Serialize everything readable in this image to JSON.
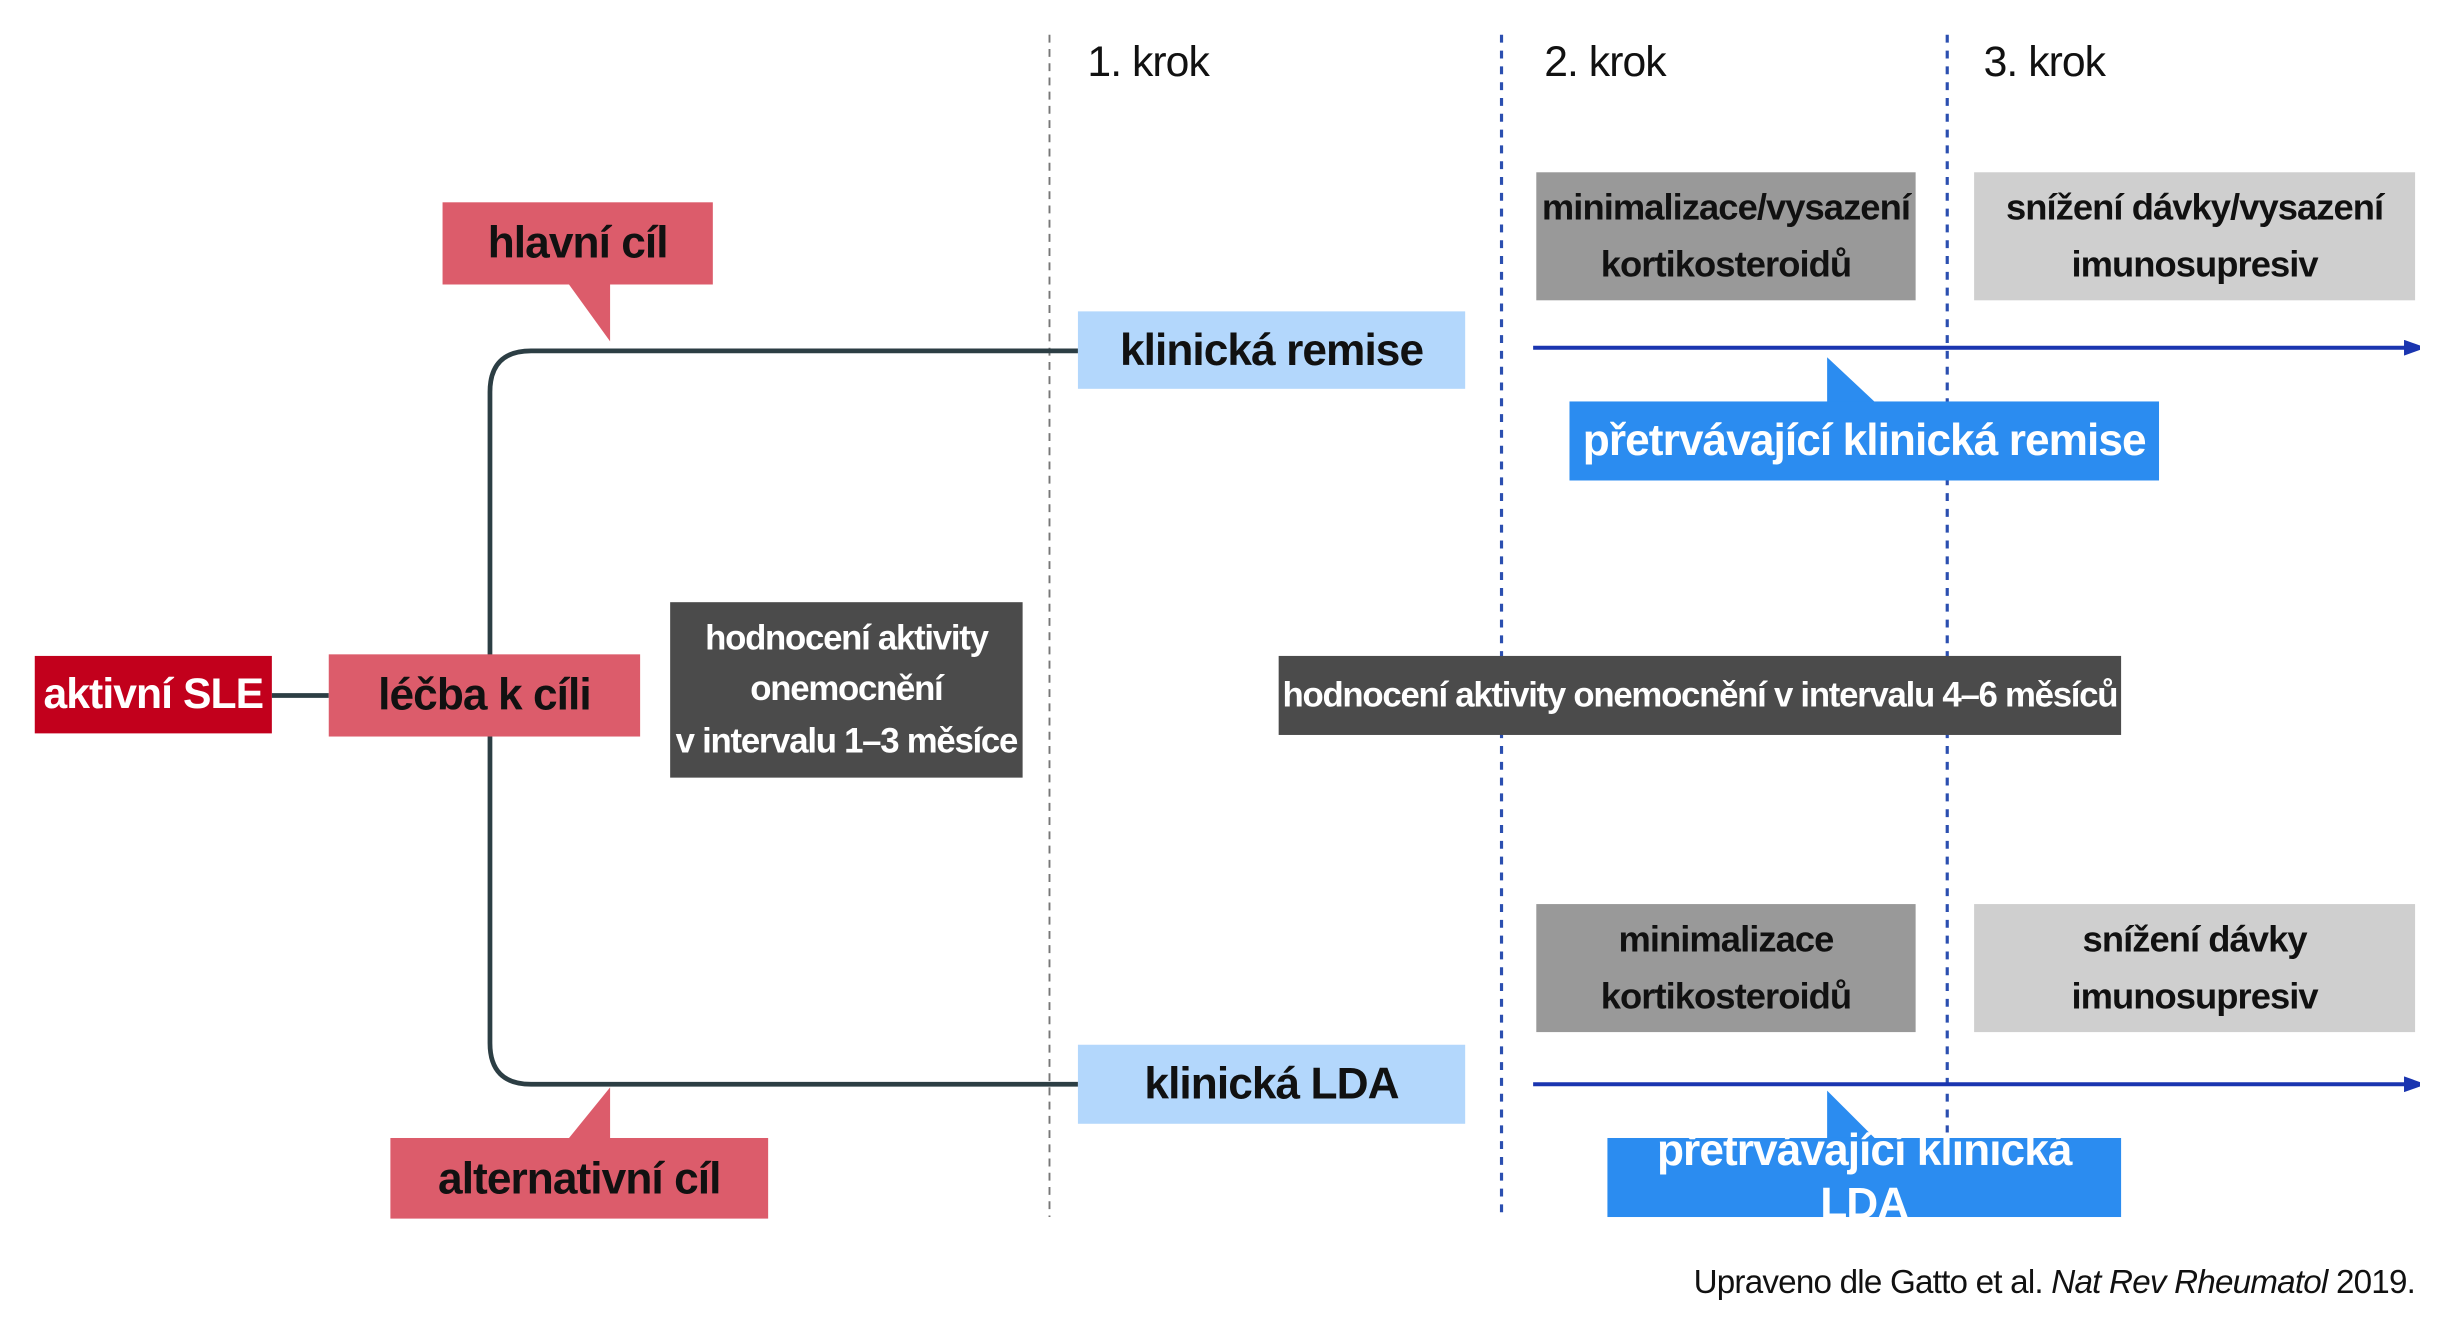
{
  "steps": {
    "step1": "1. krok",
    "step2": "2. krok",
    "step3": "3. krok"
  },
  "left": {
    "active_sle": "aktivní SLE",
    "treat_to_target": "léčba k cíli",
    "main_goal": "hlavní cíl",
    "alternative_goal": "alternativní cíl"
  },
  "assessment_1_3": {
    "line1": "hodnocení aktivity",
    "line2": "onemocnění",
    "line3": "v intervalu 1–3 měsíce"
  },
  "assessment_4_6": "hodnocení aktivity onemocnění v intervalu 4–6 měsíců",
  "remission": {
    "clinical": "klinická remise",
    "sustained": "přetrvávající klinická remise",
    "step2_line1": "minimalizace/vysazení",
    "step2_line2": "kortikosteroidů",
    "step3_line1": "snížení dávky/vysazení",
    "step3_line2": "imunosupresiv"
  },
  "lda": {
    "clinical": "klinická LDA",
    "sustained": "přetrvávající klinická LDA",
    "step2_line1": "minimalizace",
    "step2_line2": "kortikosteroidů",
    "step3_line1": "snížení dávky",
    "step3_line2": "imunosupresiv"
  },
  "source": {
    "prefix": "Upraveno dle Gatto et al.",
    "journal": "Nat Rev Rheumatol",
    "year": "2019."
  },
  "colors": {
    "red": "#c2001c",
    "pink": "#dc5c6b",
    "dark_gray": "#4b4b4b",
    "light_blue": "#b3d7fc",
    "blue": "#2b8cf0",
    "gray_medium": "#999999",
    "gray_light": "#cfcfcf",
    "arrow_navy": "#1a35b0",
    "connector": "#2c3e44"
  }
}
